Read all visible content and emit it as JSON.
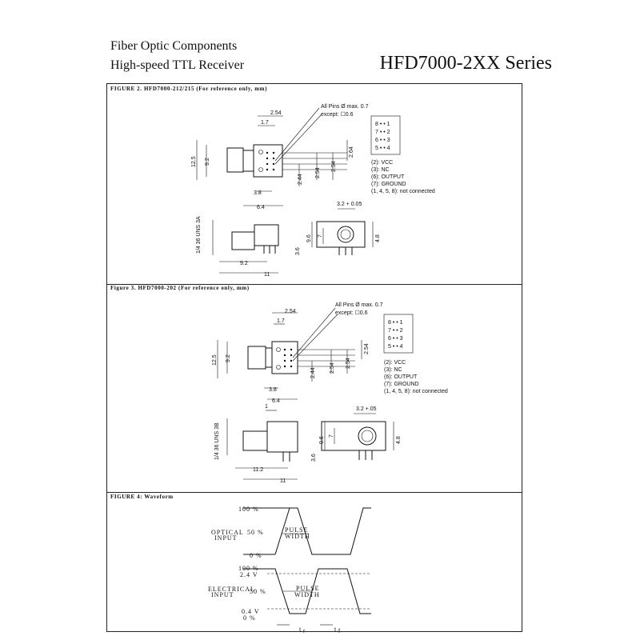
{
  "header": {
    "line1": "Fiber Optic Components",
    "line2": "High-speed TTL Receiver",
    "series": "HFD7000-2XX Series"
  },
  "figure2": {
    "caption": "FIGURE 2. HFD7000-212/215 (For reference only, mm)",
    "pins_note1": "All Pins Ø max. 0.7",
    "pins_note2": "except: ☐0.6",
    "pin_grid": [
      "8 • • 1",
      "7 • • 2",
      "6 • • 3",
      "5 • • 4"
    ],
    "pin_legend": [
      "(2): VCC",
      "(3): NC",
      "(6): OUTPUT",
      "(7): GROUND",
      "(1, 4, 5, 8): not connected"
    ],
    "dims": {
      "d254": "2.54",
      "d17": "1.7",
      "d125": "12.5",
      "d92": "9.2",
      "d264": "2.64",
      "d244": "2.44",
      "d254b": "2.54",
      "d254c": "2.54",
      "d38": "3.8",
      "d64": "6.4",
      "thread": "1/4 36 UNS 3A",
      "d92b": "9.2",
      "d11": "11",
      "d32": "3.2 + 0.05",
      "d96": "9.6",
      "d7": "7",
      "d48": "4.8",
      "d36": "3.6"
    }
  },
  "figure3": {
    "caption": "Figure 3. HFD7000-202 (For reference only, mm)",
    "pins_note1": "All Pins Ø max. 0.7",
    "pins_note2": "except: ☐0.6",
    "pin_grid": [
      "8 • • 1",
      "7 • • 2",
      "6 • • 3",
      "5 • • 4"
    ],
    "pin_legend": [
      "(2): VCC",
      "(3): NC",
      "(6): OUTPUT",
      "(7): GROUND",
      "(1, 4, 5, 8): not connected"
    ],
    "dims": {
      "d254": "2.54",
      "d17": "1.7",
      "d125": "12.5",
      "d92": "9.2",
      "d254a": "2.54",
      "d244": "2.44",
      "d254b": "2.54",
      "d254c": "2.54",
      "d38": "3.8",
      "d64": "6.4",
      "d1": "1",
      "thread": "1/4 36 UNS 3B",
      "d112": "11.2",
      "d11": "11",
      "d32": "3.2 +.05",
      "d96": "9.6",
      "d7": "7",
      "d48": "4.8",
      "d36": "3.6"
    }
  },
  "figure4": {
    "caption": "FIGURE 4: Waveform",
    "optical": {
      "label1": "OPTICAL",
      "label2": "INPUT",
      "p100": "100 %",
      "p50": "50 %",
      "p0": "0 %",
      "pulse1": "PULSE",
      "pulse2": "WIDTH"
    },
    "electrical": {
      "label1": "ELECTRICAL",
      "label2": "INPUT",
      "p100": "100 %",
      "v24": "2.4 V",
      "p50": "50 %",
      "v04": "0.4 V",
      "p0": "0 %",
      "pulse1": "PULSE",
      "pulse2": "WIDTH",
      "tr": "t",
      "tf": "t",
      "r": "r",
      "f": "f"
    }
  }
}
